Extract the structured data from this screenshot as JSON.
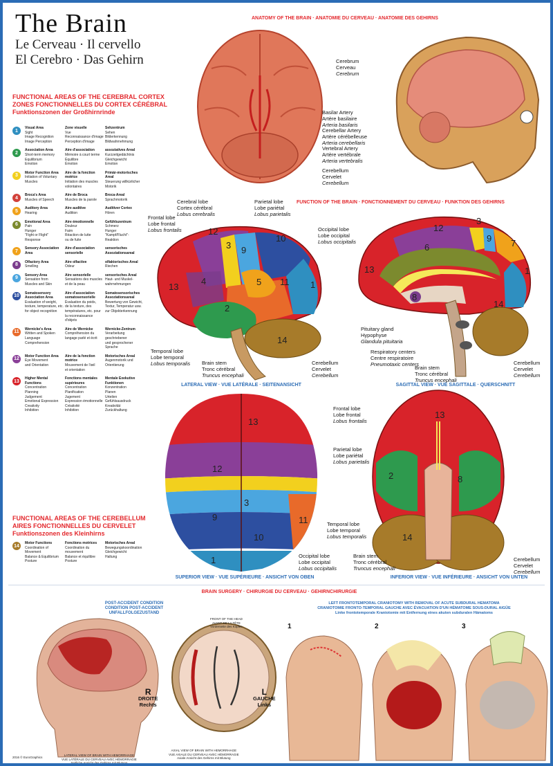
{
  "title": {
    "main": "The Brain",
    "line2": "Le Cerveau · Il cervello",
    "line3": "El Cerebro · Das Gehirn"
  },
  "anatomy_heading": "ANATOMY OF THE BRAIN · ANATOMIE DU CERVEAU · ANATOMIE DES GEHIRNS",
  "cortex_heading": {
    "en": "FUNCTIONAL AREAS OF THE CEREBRAL CORTEX",
    "fr": "ZONES FONCTIONNELLES DU CORTEX CÉRÉBRAL",
    "de": "Funktionszonen der Großhirnrinde"
  },
  "cerebellum_heading": {
    "en": "FUNCTIONAL AREAS OF THE CEREBELLUM",
    "fr": "AIRES FONCTIONNELLES DU CERVELET",
    "de": "Funktionszonen des Kleinhirns"
  },
  "colors": {
    "c1": "#2f8fc0",
    "c2": "#2e9a4e",
    "c3": "#f2d01e",
    "c4": "#d2413a",
    "c5": "#f0a21b",
    "c6": "#7c8a2e",
    "c7": "#f0a21b",
    "c8": "#7a3c8c",
    "c9": "#4ba6df",
    "c10": "#2d4fa0",
    "c11": "#e86a2a",
    "c12": "#8a3f98",
    "c13": "#d8232a",
    "c14": "#a77b2a",
    "accent_red": "#e3282d",
    "accent_blue": "#2b6cb5"
  },
  "areas": [
    {
      "num": "1",
      "en": [
        "Visual Area",
        "Sight",
        "Image Recognition",
        "Image Perception"
      ],
      "fr": [
        "Zone visuelle",
        "Vue",
        "Reconnaissance d'image",
        "Perception d'image"
      ],
      "de": [
        "Sehzentrum",
        "Sehen",
        "Bilderkennung",
        "Bildwahrnehmung"
      ]
    },
    {
      "num": "2",
      "en": [
        "Association Area",
        "Short-term memory",
        "Equilibrium",
        "Emotion"
      ],
      "fr": [
        "Aire d'association",
        "Mémoire à court terme",
        "Équilibre",
        "Émotion"
      ],
      "de": [
        "assoziatives Areal",
        "Kurzzeitgedächtnis",
        "Gleichgewicht",
        "Emotion"
      ]
    },
    {
      "num": "3",
      "en": [
        "Motor Function Area",
        "Initiation of Voluntary",
        "Muscles"
      ],
      "fr": [
        "Aire de la fonction",
        "motrice",
        "Initiation des muscles",
        "volontaires"
      ],
      "de": [
        "Primär-motorisches Areal",
        "Steuerung willkürlicher",
        "Motorik"
      ]
    },
    {
      "num": "4",
      "en": [
        "Broca's Area",
        "Muscles of Speech"
      ],
      "fr": [
        "Aire de Broca",
        "Muscles de la parole"
      ],
      "de": [
        "Broca-Areal",
        "Sprachmotorik"
      ]
    },
    {
      "num": "5",
      "en": [
        "Auditory Area",
        "Hearing"
      ],
      "fr": [
        "Aire auditive",
        "Audition"
      ],
      "de": [
        "Auditiver Cortex",
        "Hören"
      ]
    },
    {
      "num": "6",
      "en": [
        "Emotional Area",
        "Pain",
        "Hunger",
        "\"Fight or Flight\"",
        "Response"
      ],
      "fr": [
        "Aire émotionnelle",
        "Douleur",
        "Faim",
        "Réaction de lutte",
        "ou de fuite"
      ],
      "de": [
        "Gefühlszentrum",
        "Schmerz",
        "Hunger",
        "\"Kampf/Flucht\"-",
        "Reaktion"
      ]
    },
    {
      "num": "7",
      "en": [
        "Sensory Association",
        "Area"
      ],
      "fr": [
        "Aire d'association",
        "sensorielle"
      ],
      "de": [
        "sensorisches",
        "Assoziationsareal"
      ]
    },
    {
      "num": "8",
      "en": [
        "Olfactory Area",
        "Smelling"
      ],
      "fr": [
        "Aire olfactive",
        "Odeur"
      ],
      "de": [
        "olfaktorisches Areal",
        "Riechen"
      ]
    },
    {
      "num": "9",
      "en": [
        "Sensory Area",
        "Sensation from",
        "Muscles and Skin"
      ],
      "fr": [
        "Aire sensorielle",
        "Sensations des muscles",
        "et de la peau"
      ],
      "de": [
        "sensorisches Areal",
        "Haut- und Muskel-",
        "wahrnehmungen"
      ]
    },
    {
      "num": "10",
      "en": [
        "Somatosensory",
        "Association Area",
        "Evaluation of weight,",
        "texture, temperature, etc.",
        "for object recognition"
      ],
      "fr": [
        "Aire d'association",
        "somatosensorielle",
        "Évaluation du poids,",
        "de la texture, des",
        "températures, etc. pour",
        "la reconnaissance d'objets"
      ],
      "de": [
        "Somatosensorisches",
        "Assoziationsareal",
        "Bewertung von Gewicht,",
        "Textur, Temperatur usw.",
        "zur Objekterkennung"
      ]
    },
    {
      "num": "11",
      "en": [
        "Wernicke's Area",
        "Written and Spoken",
        "Language Comprehension"
      ],
      "fr": [
        "Aire de Wernicke",
        "Compréhension du",
        "langage parlé et écrit"
      ],
      "de": [
        "Wernicke-Zentrum",
        "Verarbeitung geschriebener",
        "und gesprochener Sprache"
      ]
    },
    {
      "num": "12",
      "en": [
        "Motor Function Area",
        "Eye Movement",
        "and Orientation"
      ],
      "fr": [
        "Aire de la fonction",
        "motrice",
        "Mouvement de l'œil",
        "et orientation"
      ],
      "de": [
        "Motorisches Areal",
        "Augenmotorik und",
        "Orientierung"
      ]
    },
    {
      "num": "13",
      "en": [
        "Higher Mental",
        "Functions",
        "Concentration",
        "Planning",
        "Judgement",
        "Emotional Expression",
        "Creativity",
        "Inhibition"
      ],
      "fr": [
        "Fonctions mentales",
        "supérieures",
        "Concentration",
        "Planification",
        "Jugement",
        "Expression émotionnelle",
        "Créativité",
        "Inhibition"
      ],
      "de": [
        "Mentale Exekutive",
        "Funktionen",
        "Konzentration",
        "Planen",
        "Urteilen",
        "Gefühlsausdruck",
        "Kreativität",
        "Zurückhaltung"
      ]
    }
  ],
  "cerebellum_area": {
    "num": "14",
    "en": [
      "Motor Functions",
      "Coordination of",
      "Movement",
      "Balance & Equilibrium",
      "Posture"
    ],
    "fr": [
      "Fonctions motrices",
      "Coordination du",
      "mouvement",
      "Balance et équilibre",
      "Posture"
    ],
    "de": [
      "Motorisches Areal",
      "Bewegungskoordination",
      "Gleichgewicht",
      "Haltung"
    ]
  },
  "anatomy_labels": {
    "cerebrum": [
      "Cerebrum",
      "Cerveau",
      "Cerebrum"
    ],
    "basilar": [
      "Basilar Artery",
      "Artère basilaire",
      "Arteria basilaris"
    ],
    "cerebellar": [
      "Cerebellar Artery",
      "Artère cérébelleuse",
      "Arteria cerebellaris"
    ],
    "vertebral": [
      "Vertebral Artery",
      "Artère vertébrale",
      "Arteria vertebralis"
    ],
    "cerebellum": [
      "Cerebellum",
      "Cervelet",
      "Cerebellum"
    ]
  },
  "function_heading": "FUNCTION OF THE BRAIN · FONCTIONNEMENT DU CERVEAU · FUNKTION DES GEHIRNS",
  "lateral_labels": {
    "cerebral": [
      "Cerebral lobe",
      "Cortex cérébral",
      "Lobus cerebralis"
    ],
    "parietal": [
      "Parietal lobe",
      "Lobe pariétal",
      "Lobus parietalis"
    ],
    "frontal": [
      "Frontal lobe",
      "Lobe frontal",
      "Lobus frontalis"
    ],
    "occipital": [
      "Occipital lobe",
      "Lobe occipital",
      "Lobus occipitalis"
    ],
    "temporal": [
      "Temporal lobe",
      "Lobe temporal",
      "Lobus temporalis"
    ],
    "brainstem": [
      "Brain stem",
      "Tronc cérébral",
      "Truncus encephali"
    ],
    "cerebellum": [
      "Cerebellum",
      "Cervelet",
      "Cerebellum"
    ]
  },
  "sagittal_labels": {
    "pituitary": [
      "Pituitary gland",
      "Hypophyse",
      "Glandula pituitaria"
    ],
    "respiratory": [
      "Respiratory centers",
      "Centre respiratoire",
      "Pneumotaxic centers"
    ],
    "brainstem": [
      "Brain stem",
      "Tronc cérébral",
      "Truncus encephali"
    ],
    "cerebellum": [
      "Cerebellum",
      "Cervelet",
      "Cerebellum"
    ]
  },
  "superior_labels": {
    "frontal": [
      "Frontal lobe",
      "Lobe frontal",
      "Lobus frontalis"
    ],
    "parietal": [
      "Parietal lobe",
      "Lobe pariétal",
      "Lobus parietalis"
    ],
    "temporal": [
      "Temporal lobe",
      "Lobe temporal",
      "Lobus temporalis"
    ],
    "occipital": [
      "Occipital lobe",
      "Lobe occipital",
      "Lobus occipitalis"
    ]
  },
  "inferior_labels": {
    "brainstem": [
      "Brain stem",
      "Tronc cérébral",
      "Truncus encephali"
    ],
    "cerebellum": [
      "Cerebellum",
      "Cervelet",
      "Cerebellum"
    ]
  },
  "captions": {
    "lateral": "LATERAL VIEW · VUE LATÉRALE · SEITENANSICHT",
    "sagittal": "SAGITTAL VIEW · VUE SAGITTALE · QUERSCHNITT",
    "superior": "SUPERIOR VIEW · VUE SUPÉRIEURE · ANSICHT VON OBEN",
    "inferior": "INFERIOR VIEW · VUE INFÉRIEURE · ANSICHT VON UNTEN"
  },
  "surgery": {
    "heading": "BRAIN SURGERY · CHIRURGIE DU CERVEAU · GEHIRNCHIRURGIE",
    "post_accident": [
      "POST-ACCIDENT CONDITION",
      "CONDITION POST-ACCIDENT",
      "UNFALLFOLGEZUSTAND"
    ],
    "craniotomy": [
      "LEFT FRONTOTEMPORAL CRANIOTOMY WITH REMOVAL OF ACUTE SUBDURAL HEMATOMA",
      "CRANIOTOMIE FRONTO-TEMPORAL GAUCHE AVEC ÉVACUATION D'UN HÉMATOME SOUS-DURAL AIGÜE",
      "Linke frontotemporale Kraniotomie mit Entfernung eines akuten subduralen Hämatoms"
    ],
    "right": [
      "R",
      "DROITE",
      "Rechts"
    ],
    "left": [
      "L",
      "GAUCHE",
      "Links"
    ],
    "lateral_caption": [
      "LATERAL VIEW OF BRAIN WITH HEMORRHAGE",
      "VUE LATÉRALE DU CERVEAU AVEC HÉMORRAGIE",
      "Seitliche Ansicht des Gehirns mit Blutung"
    ],
    "axial_caption": [
      "AXIAL VIEW OF BRAIN WITH HEMORRHAGE",
      "VUE AXIALE DU CERVEAU AVEC HÉMORRAGIE",
      "Axiale Ansicht des Gehirns mit Blutung"
    ],
    "steps": [
      "1",
      "2",
      "3"
    ],
    "front_of_head": [
      "FRONT OF THE HEAD",
      "AVANT DE LA TÊTE",
      "Vorderseite des Kopfes"
    ]
  },
  "copyright": "2016 © EuroGraphics"
}
